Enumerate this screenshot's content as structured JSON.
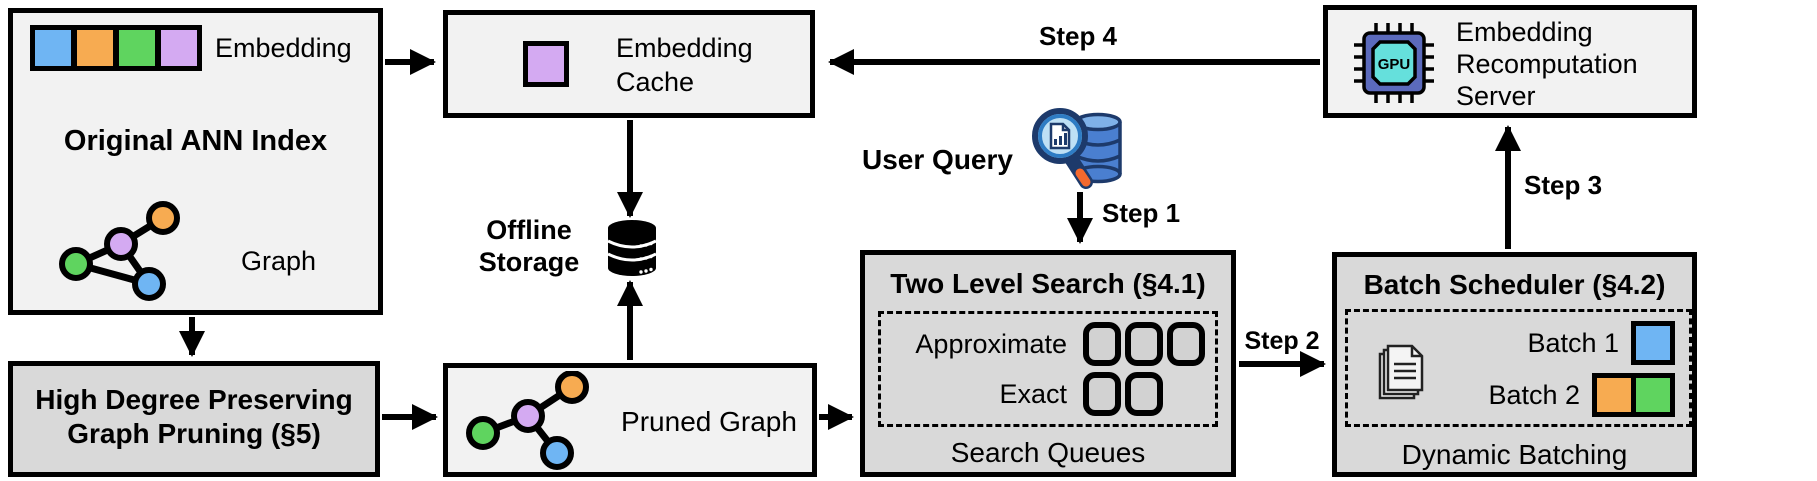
{
  "colors": {
    "blue": "#6fb5f3",
    "orange": "#f7ab51",
    "green": "#5fd45f",
    "purple": "#d4aaf2",
    "box_light": "#f2f2f2",
    "box_shaded": "#d9d9d9",
    "outline": "#000000",
    "gpu_body": "#5b6abc",
    "gpu_core": "#65e0dc",
    "query_db_blue": "#4a7fd0",
    "query_db_dark": "#1d3a6b",
    "magnifier_lens": "#bee0f5",
    "magnifier_ring": "#2e7cc4",
    "magnifier_handle": "#f4692e"
  },
  "nodes": {
    "ann_index": {
      "title": "Original ANN Index",
      "embedding_label": "Embedding",
      "graph_label": "Graph",
      "embedding_cells": [
        "blue",
        "orange",
        "green",
        "purple"
      ]
    },
    "embedding_cache": {
      "label": "Embedding Cache",
      "cells": [
        "purple"
      ]
    },
    "offline_storage": {
      "label": "Offline Storage"
    },
    "user_query": {
      "label": "User Query"
    },
    "recomputation_server": {
      "label": "Embedding Recomputation Server",
      "chip_label": "GPU"
    },
    "high_degree_pruning": {
      "title": "High Degree Preserving Graph Pruning (§5)"
    },
    "pruned_graph": {
      "label": "Pruned Graph"
    },
    "two_level_search": {
      "title": "Two Level Search (§4.1)",
      "rows": [
        {
          "label": "Approximate",
          "queues": 3
        },
        {
          "label": "Exact",
          "queues": 2
        }
      ],
      "footer": "Search Queues"
    },
    "batch_scheduler": {
      "title": "Batch Scheduler (§4.2)",
      "batches": [
        {
          "label": "Batch 1",
          "cells": [
            "blue"
          ]
        },
        {
          "label": "Batch 2",
          "cells": [
            "orange",
            "green"
          ]
        }
      ],
      "footer": "Dynamic Batching"
    }
  },
  "steps": [
    {
      "label": "Step 1",
      "from": "user-query",
      "to": "two-level-search"
    },
    {
      "label": "Step 2",
      "from": "two-level-search",
      "to": "batch-scheduler"
    },
    {
      "label": "Step 3",
      "from": "batch-scheduler",
      "to": "recomputation-server"
    },
    {
      "label": "Step 4",
      "from": "recomputation-server",
      "to": "embedding-cache"
    }
  ],
  "icons": {
    "graph-icon": "colored graph nodes with black edges",
    "pruned-graph-icon": "graph with pruned edges",
    "database-icon": "black storage cylinder",
    "query-search-icon": "magnifier with document over blue database stack",
    "gpu-chip-icon": "GPU processor chip",
    "documents-icon": "stack of pages with text lines"
  }
}
